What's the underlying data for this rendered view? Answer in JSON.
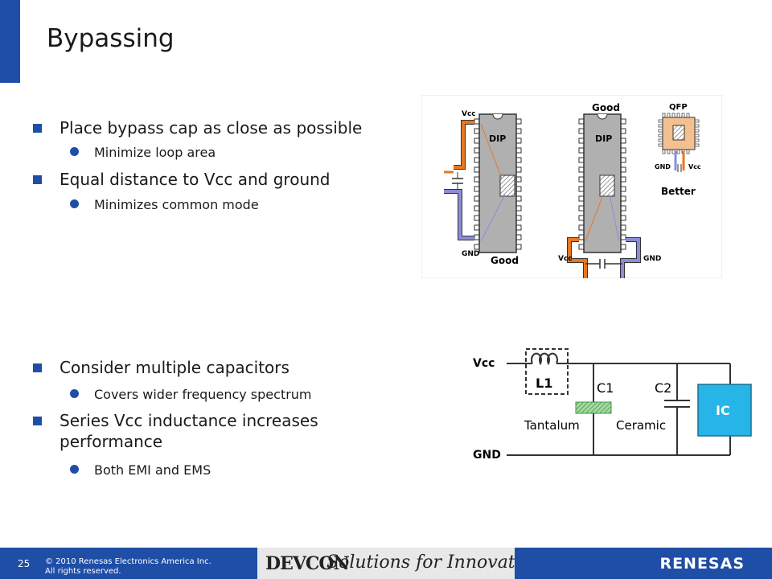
{
  "slide": {
    "title": "Bypassing",
    "bullets_top": [
      {
        "text": "Place bypass cap as close as possible",
        "sub": "Minimize loop area"
      },
      {
        "text": "Equal distance to Vcc and ground",
        "sub": "Minimizes common mode"
      }
    ],
    "bullets_bottom": [
      {
        "text": "Consider multiple capacitors",
        "sub": "Covers wider frequency spectrum"
      },
      {
        "text": "Series Vcc inductance increases",
        "text2": "performance",
        "sub": "Both EMI and EMS"
      }
    ]
  },
  "diagram_dip": {
    "left_chip": {
      "label": "DIP",
      "top_label": "Vcc",
      "bottom_label": "GND",
      "caption": "Good"
    },
    "right_chip": {
      "label": "DIP",
      "caption": "Good",
      "vcc_label": "Vcc",
      "gnd_label": "GND"
    },
    "qfp": {
      "label": "QFP",
      "gnd_label": "GND",
      "vcc_label": "Vcc",
      "caption": "Better"
    }
  },
  "diagram_circuit": {
    "vcc": "Vcc",
    "gnd": "GND",
    "l1": "L1",
    "c1": "C1",
    "c2": "C2",
    "tantalum": "Tantalum",
    "ceramic": "Ceramic",
    "ic": "IC"
  },
  "footer": {
    "page_number": "25",
    "copyright_line1": "© 2010 Renesas Electronics America Inc.",
    "copyright_line2": "All rights reserved.",
    "devcon": "DEVCON",
    "tagline": "Solutions for Innovation",
    "renesas": "RENESAS"
  },
  "colors": {
    "accent": "#1e4fa8",
    "orange_trace": "#e87722",
    "blue_trace": "#8c8cd9",
    "ic_fill": "#27b4e6",
    "tantalum_green": "#3c9a3c"
  }
}
